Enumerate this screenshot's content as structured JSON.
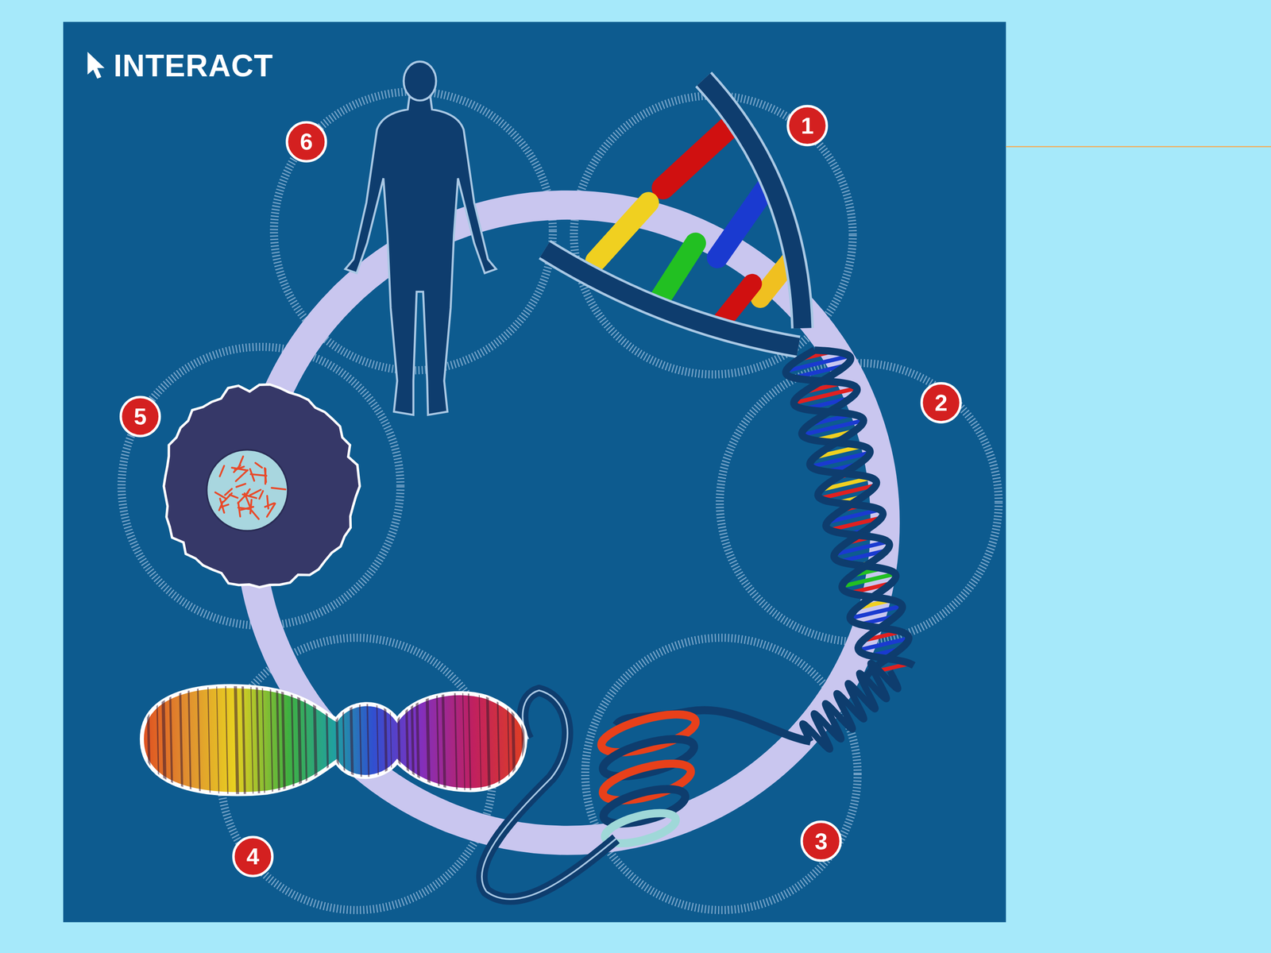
{
  "diagram": {
    "labels": [
      "INTERACT",
      "1",
      "2",
      "3",
      "4",
      "5",
      "6"
    ]
  }
}
